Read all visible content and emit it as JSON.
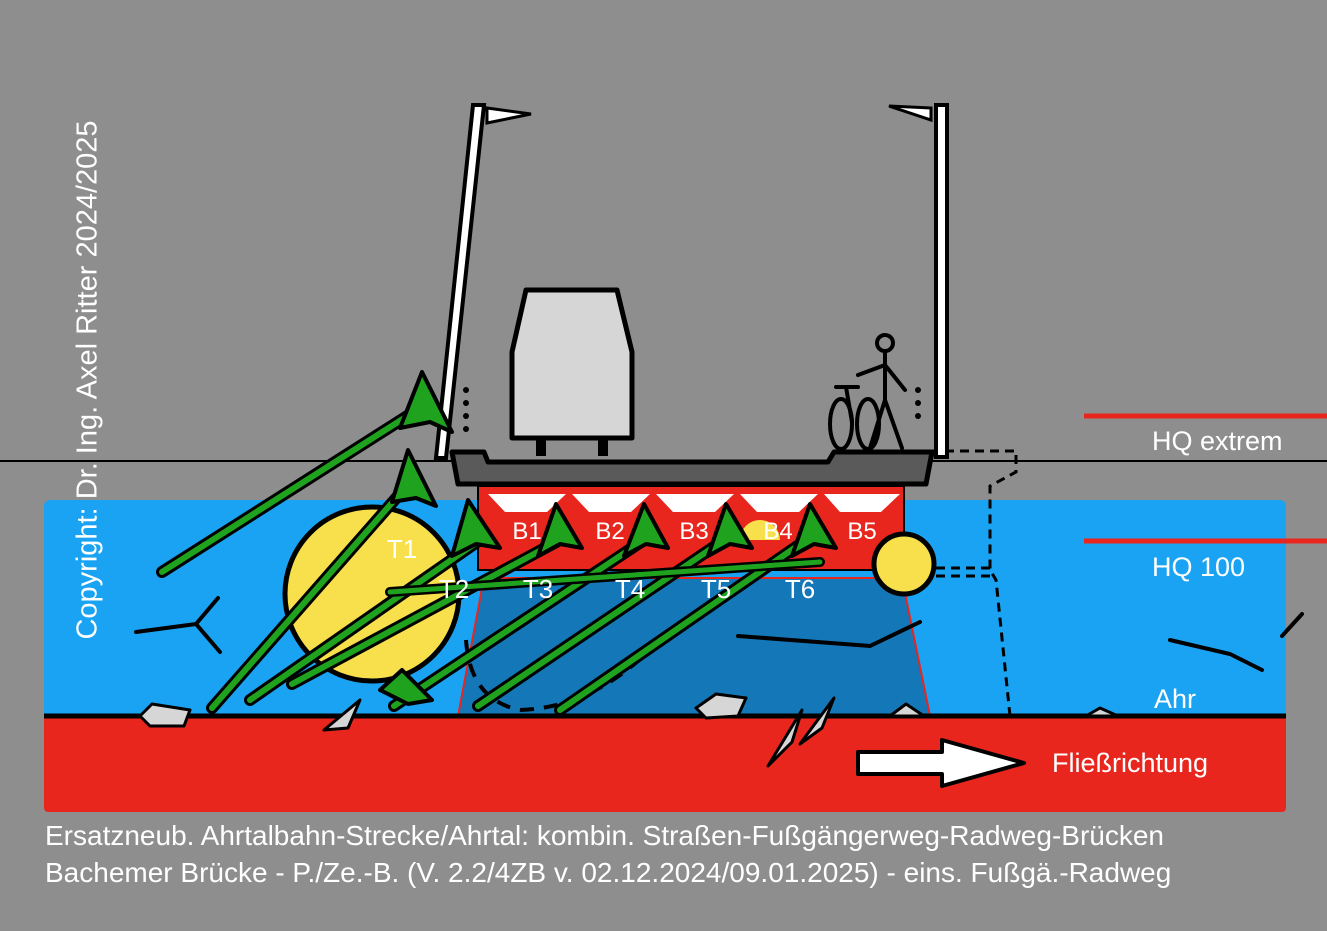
{
  "labels": {
    "copyright": "Copyright: Dr. Ing. Axel Ritter 2024/2025",
    "hq_extrem": "HQ extrem",
    "hq_100": "HQ 100",
    "river": "Ahr",
    "flow": "Fließrichtung",
    "caption_line1": "Ersatzneub. Ahrtalbahn-Strecke/Ahrtal: kombin. Straßen-Fußgängerweg-Radweg-Brücken",
    "caption_line2": "Bachemer Brücke - P./Ze.-B. (V. 2.2/4ZB v. 02.12.2024/09.01.2025) - eins. Fußgä.-Radweg"
  },
  "pontoons": [
    "B1",
    "B2",
    "B3",
    "B4",
    "B5"
  ],
  "trees": [
    "T1",
    "T2",
    "T3",
    "T4",
    "T5",
    "T6"
  ],
  "colors": {
    "background": "#8e8e8e",
    "water": "#1aa3f2",
    "deep_water": "#1477b8",
    "riverbed": "#e8261e",
    "hq_line": "#e8261e",
    "tree_green": "#1fa31f",
    "ball_yellow": "#f7e04b",
    "deck": "#5a5a5a",
    "vehicle": "#d6d6d6"
  }
}
